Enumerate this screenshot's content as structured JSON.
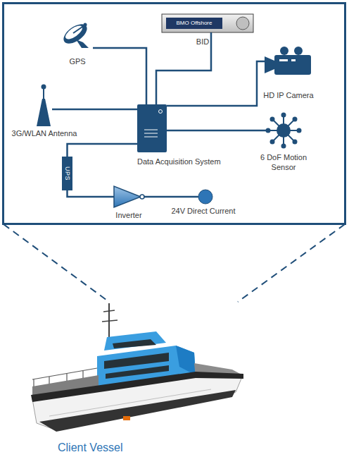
{
  "diagram": {
    "nodes": [
      {
        "text": [
          "GPS"
        ]
      },
      {
        "text": [
          "BMO Offshore",
          "BID"
        ]
      },
      {
        "text": [
          "HD IP Camera"
        ]
      },
      {
        "text": [
          "3G/WLAN Antenna"
        ]
      },
      {
        "text": [
          "Data Acquisition System"
        ]
      },
      {
        "text": [
          "6 DoF Motion Sensor"
        ]
      },
      {
        "text": [
          "UPS"
        ]
      },
      {
        "text": [
          "Inverter"
        ]
      },
      {
        "text": [
          "24V Direct Current"
        ]
      },
      {
        "text": [
          "Client Vessel"
        ]
      }
    ],
    "edges": [
      {
        "from": 0,
        "to": 4,
        "arrow": "none"
      },
      {
        "from": 1,
        "to": 4,
        "arrow": "none"
      },
      {
        "from": 2,
        "to": 4,
        "arrow": "none"
      },
      {
        "from": 3,
        "to": 4,
        "arrow": "none"
      },
      {
        "from": 4,
        "to": 5,
        "arrow": "none"
      },
      {
        "from": 4,
        "to": 6,
        "arrow": "none"
      },
      {
        "from": 6,
        "to": 7,
        "arrow": "none"
      },
      {
        "from": 7,
        "to": 8,
        "arrow": "none"
      }
    ]
  }
}
